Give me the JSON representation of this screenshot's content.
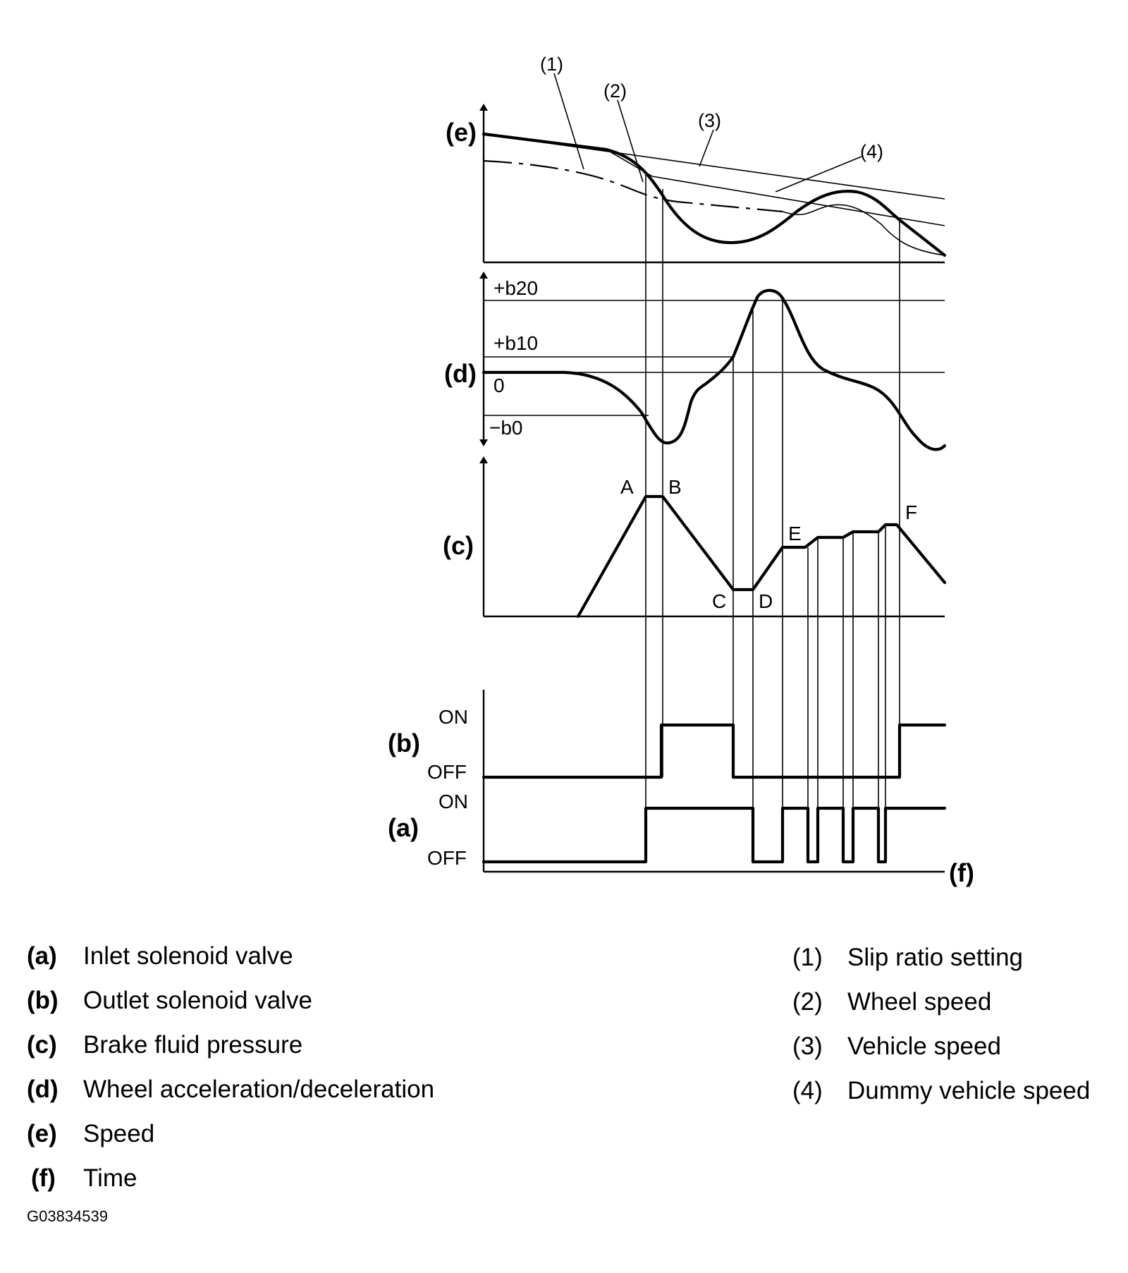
{
  "diagram": {
    "panel_labels": {
      "e": "(e)",
      "d": "(d)",
      "c": "(c)",
      "b": "(b)",
      "a": "(a)",
      "f": "(f)"
    },
    "curve_callouts": [
      "(1)",
      "(2)",
      "(3)",
      "(4)"
    ],
    "accel_levels": {
      "plus_b20": "+b20",
      "plus_b10": "+b10",
      "zero": "0",
      "minus_b0": "−b0"
    },
    "pressure_points": [
      "A",
      "B",
      "C",
      "D",
      "E",
      "F"
    ],
    "valve_states": {
      "b_on": "ON",
      "b_off": "OFF",
      "a_on": "ON",
      "a_off": "OFF"
    }
  },
  "legend_left": [
    {
      "code": "(a)",
      "text": "Inlet solenoid valve"
    },
    {
      "code": "(b)",
      "text": "Outlet solenoid valve"
    },
    {
      "code": "(c)",
      "text": "Brake fluid pressure"
    },
    {
      "code": "(d)",
      "text": "Wheel acceleration/deceleration"
    },
    {
      "code": "(e)",
      "text": "Speed"
    },
    {
      "code": " (f)",
      "text": "Time"
    }
  ],
  "legend_right": [
    {
      "code": "(1)",
      "text": "Slip ratio setting"
    },
    {
      "code": "(2)",
      "text": "Wheel speed"
    },
    {
      "code": "(3)",
      "text": "Vehicle speed"
    },
    {
      "code": "(4)",
      "text": "Dummy vehicle speed"
    }
  ],
  "figure_id": "G03834539"
}
